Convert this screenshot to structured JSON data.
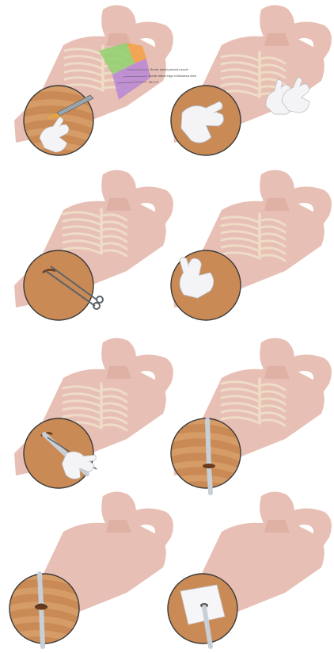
{
  "figure": {
    "step1": {
      "annotations": [
        "Border lateral pectoral muscle",
        "Border lateral edge of latissimus dorsi",
        "5th ICS"
      ]
    }
  },
  "colors": {
    "skin": "#e8bfb4",
    "skin_dark": "#d9a89b",
    "ribs": "#efe0c8",
    "inset_skin": "#c98a55",
    "inset_stripe": "#dca471",
    "zone_green": "#8fd16e",
    "zone_orange": "#f3a24a",
    "zone_purple": "#b786d6",
    "tube": "#c9cfd6",
    "instrument": "#9aa4ad",
    "glove": "#f4f4f6",
    "outline": "#3a3a3a"
  }
}
